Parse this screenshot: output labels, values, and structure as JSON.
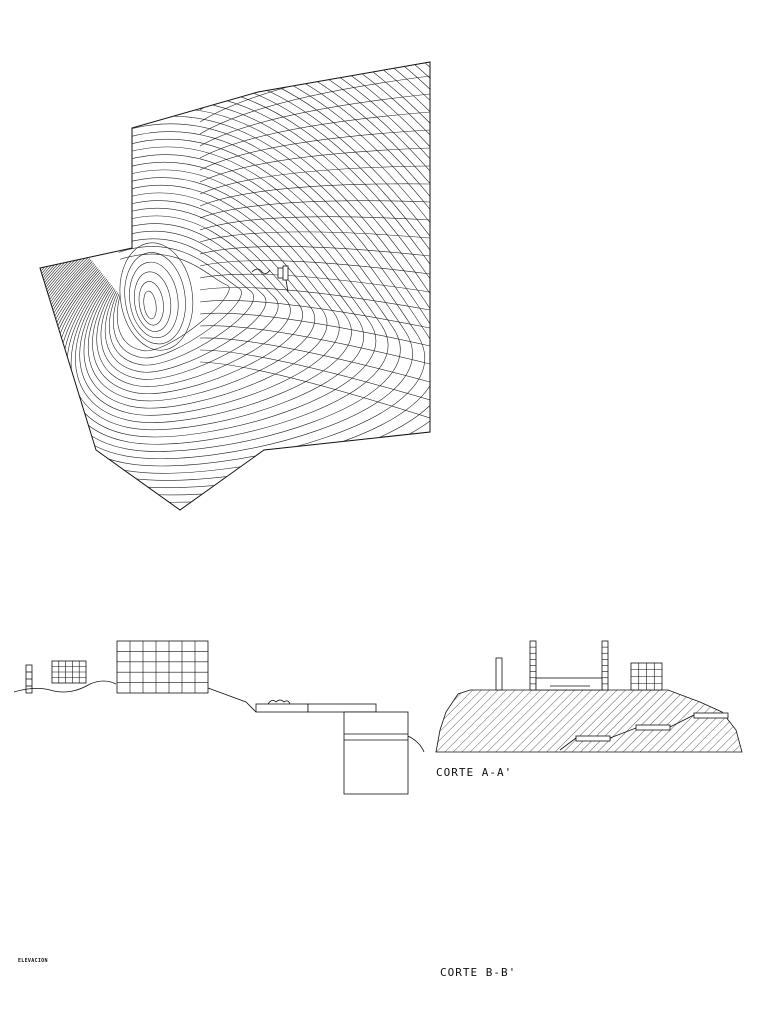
{
  "drawing": {
    "line_color": "#111111",
    "background": "#ffffff",
    "hatch": "diagonal-lines"
  },
  "topographic_plan": {
    "symbol": "building-footprint-icon"
  },
  "sections": {
    "corte_a": {
      "caption": "CORTE A-A'"
    },
    "corte_b": {
      "caption": "CORTE B-B'"
    },
    "elevacion": {
      "caption": "ELEVACION"
    }
  }
}
